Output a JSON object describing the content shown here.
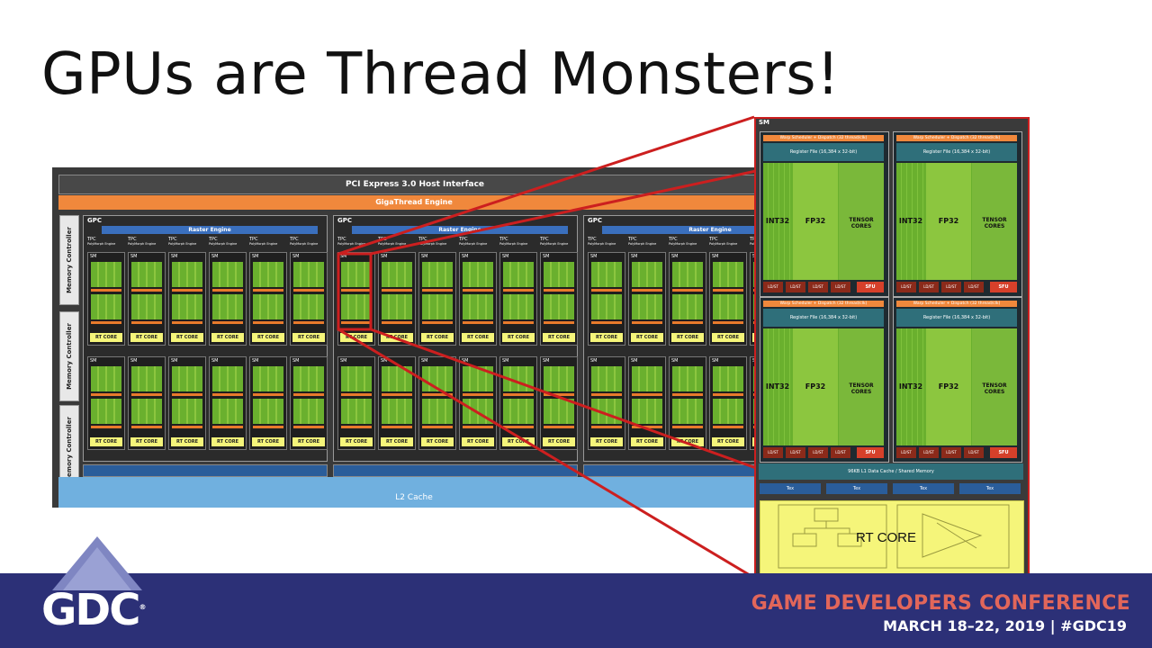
{
  "slide": {
    "title": "GPUs are Thread Monsters!"
  },
  "die": {
    "pcie_label": "PCI Express 3.0 Host Interface",
    "gigathread_label": "GigaThread Engine",
    "memory_controller_label": "Memory Controller",
    "gpc_label": "GPC",
    "raster_label": "Raster Engine",
    "tpc_label": "TPC",
    "polymorph_label": "PolyMorph Engine",
    "sm_label": "SM",
    "rt_core_label": "RT CORE",
    "l2_label": "L2 Cache"
  },
  "sm_detail": {
    "title": "SM",
    "warp_label": "Warp Scheduler + Dispatch (32 thread/clk)",
    "regfile_label": "Register File (16,384 x 32-bit)",
    "int32_label": "INT32",
    "fp32_label": "FP32",
    "tensor_label": "TENSOR CORES",
    "ldst_label": "LD/ST",
    "sfu_label": "SFU",
    "cache_label": "96KB L1 Data Cache / Shared Memory",
    "tex_label": "Tex",
    "rt_core_label": "RT CORE"
  },
  "footer": {
    "logo_text": "GDC",
    "registered": "®",
    "conference": "GAME DEVELOPERS CONFERENCE",
    "dates": "MARCH 18–22, 2019  |  #GDC19"
  },
  "colors": {
    "footer_bg": "#2c3077",
    "conference_text": "#e2665a",
    "callout_lines": "#cc1f1f",
    "rt_core": "#f5f57a",
    "sm_green": "#8cc63f"
  }
}
